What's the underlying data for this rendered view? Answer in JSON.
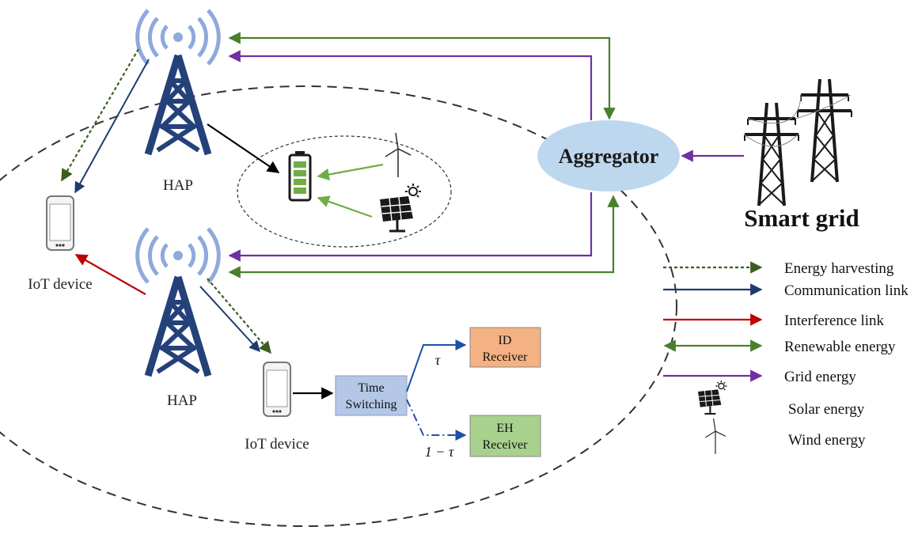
{
  "nodes": {
    "hap_top": "HAP",
    "hap_bottom": "HAP",
    "iot_left": "IoT device",
    "iot_bottom": "IoT device",
    "aggregator": "Aggregator",
    "smart_grid": "Smart grid",
    "time_switching": [
      "Time",
      "Switching"
    ],
    "id_receiver": [
      "ID",
      "Receiver"
    ],
    "eh_receiver": [
      "EH",
      "Receiver"
    ],
    "tau": "τ",
    "one_minus_tau": "1 − τ"
  },
  "legend": [
    {
      "label": "Energy harvesting",
      "style": "dotted",
      "color": "#3a5e22"
    },
    {
      "label": "Communication link",
      "style": "solid",
      "color": "#1f3b6e"
    },
    {
      "label": "Interference link",
      "style": "solid",
      "color": "#c00000"
    },
    {
      "label": "Renewable energy",
      "style": "double",
      "color": "#4a7f2e"
    },
    {
      "label": "Grid energy",
      "style": "solid",
      "color": "#7030a0"
    },
    {
      "label": "Solar energy",
      "icon": "solar-panel-icon"
    },
    {
      "label": "Wind energy",
      "icon": "wind-turbine-icon"
    }
  ],
  "colors": {
    "hap": "#24417a",
    "signal": "#8fa9dc",
    "aggregator_fill": "#bdd7ee",
    "time_switching_fill": "#b4c7e7",
    "id_receiver_fill": "#f4b183",
    "eh_receiver_fill": "#a9d18e",
    "battery": "#70ad47"
  }
}
